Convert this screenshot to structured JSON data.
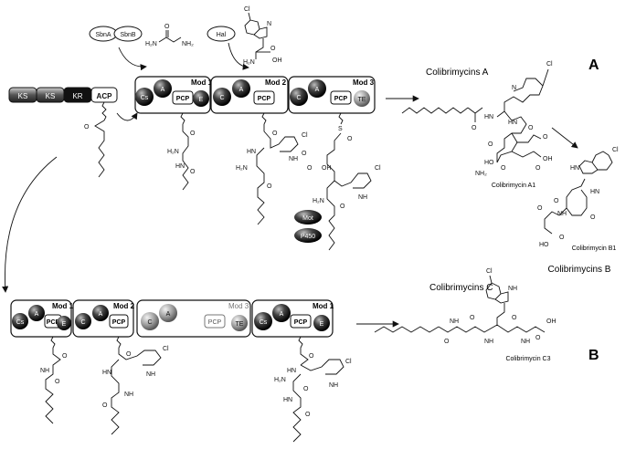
{
  "precursors": {
    "sbnA": "SbnA",
    "sbnB": "SbnB",
    "hal": "Hal",
    "cl_top": "Cl",
    "h2n_urea_left": "H₂N",
    "nh2_urea_right": "NH₂",
    "o_urea": "O",
    "h2n_trp": "H₂N",
    "oh_trp": "OH",
    "o_trp": "O",
    "nh_trp": "N"
  },
  "pks_domains": {
    "ks1": "KS",
    "ks2": "KS",
    "kr": "KR",
    "acp": "ACP"
  },
  "pathway_a": {
    "mod1": {
      "title": "Mod 1",
      "d1": "Cs",
      "d2": "A",
      "d3": "PCP",
      "d4": "E"
    },
    "mod2": {
      "title": "Mod 2",
      "d1": "C",
      "d2": "A",
      "d3": "PCP"
    },
    "mod3": {
      "title": "Mod 3",
      "d1": "C",
      "d2": "A",
      "d3": "PCP",
      "d4": "TE"
    },
    "mot": "Mot",
    "p450": "P450"
  },
  "pathway_b": {
    "mod1": {
      "title": "Mod 1",
      "d1": "Cs",
      "d2": "A",
      "d3": "PCP",
      "d4": "E"
    },
    "mod2": {
      "title": "Mod 2",
      "d1": "C",
      "d2": "A",
      "d3": "PCP"
    },
    "mod3": {
      "title": "Mod 3",
      "d1": "C",
      "d2": "A",
      "d3": "PCP",
      "d4": "TE"
    },
    "mod1b": {
      "title": "Mod 1",
      "d1": "Cs",
      "d2": "A",
      "d3": "PCP",
      "d4": "E"
    }
  },
  "products": {
    "colibrimycins_a": "Colibrimycins A",
    "colibrimycin_a1": "Colibrimycin A1",
    "colibrimycin_b1": "Colibrimycin B1",
    "colibrimycins_b": "Colibrimycins B",
    "colibrimycins_c": "Colibrimycins C",
    "colibrimycin_c3": "Colibrimycin C3"
  },
  "panel_labels": {
    "a": "A",
    "b": "B"
  },
  "atoms": {
    "cl": "Cl",
    "nh": "NH",
    "hn": "HN",
    "h2n": "H₂N",
    "nh2": "NH₂",
    "o": "O",
    "oh": "OH",
    "s": "S",
    "n": "N",
    "ho": "HO"
  },
  "colors": {
    "module_border": "#111111",
    "domain_dark": "#111111",
    "domain_gray": "#8a8a8a",
    "acp_fill": "#ffffff",
    "text": "#111111"
  }
}
